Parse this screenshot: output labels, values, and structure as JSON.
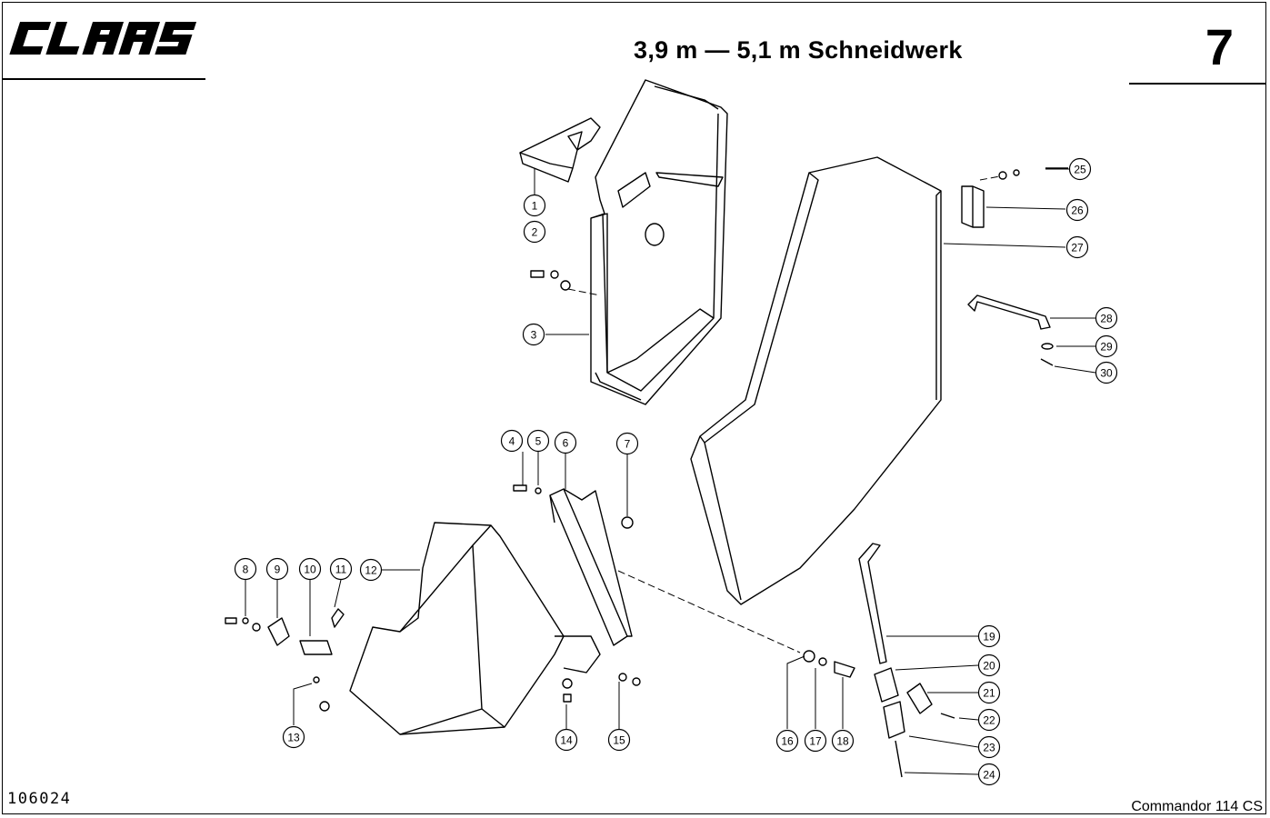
{
  "header": {
    "brand": "CLAAS",
    "title": "3,9 m — 5,1 m Schneidwerk",
    "page_number": "7"
  },
  "footer": {
    "document_id": "106024",
    "model": "Commandor 114 CS"
  },
  "callouts": [
    "1",
    "2",
    "3",
    "4",
    "5",
    "6",
    "7",
    "8",
    "9",
    "10",
    "11",
    "12",
    "13",
    "14",
    "15",
    "16",
    "17",
    "18",
    "19",
    "20",
    "21",
    "22",
    "23",
    "24",
    "25",
    "26",
    "27",
    "28",
    "29",
    "30"
  ]
}
